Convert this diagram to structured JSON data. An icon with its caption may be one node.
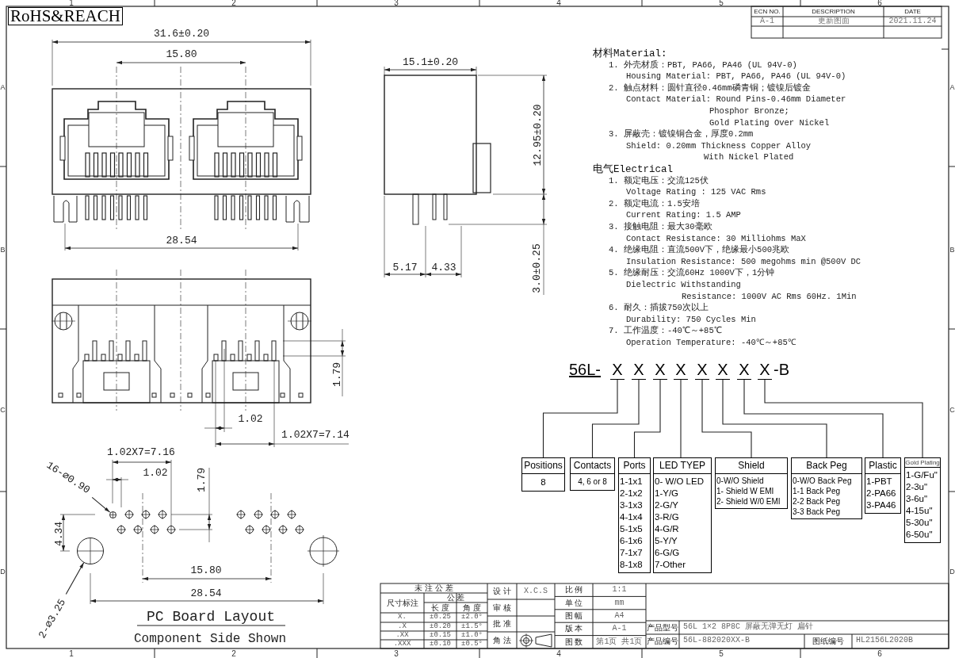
{
  "diagram": {
    "nodes": [
      {
        "text": [
          "X"
        ]
      },
      {
        "text": [
          "X"
        ]
      },
      {
        "text": [
          "X"
        ]
      },
      {
        "text": [
          "X"
        ]
      },
      {
        "text": [
          "X"
        ]
      },
      {
        "text": [
          "X"
        ]
      },
      {
        "text": [
          "X"
        ]
      },
      {
        "text": [
          "X"
        ]
      },
      {
        "text": [
          "Positions",
          "8"
        ]
      },
      {
        "text": [
          "Contacts",
          "4, 6 or 8"
        ]
      },
      {
        "text": [
          "Ports",
          "1-1x1",
          "2-1x2",
          "3-1x3",
          "4-1x4",
          "5-1x5",
          "6-1x6",
          "7-1x7",
          "8-1x8"
        ]
      },
      {
        "text": [
          "LED TYEP",
          "0- W/O LED",
          "1-Y/G",
          "2-G/Y",
          "3-R/G",
          "4-G/R",
          "5-Y/Y",
          "6-G/G",
          "7-Other"
        ]
      },
      {
        "text": [
          "Shield",
          "0-W/O Shield",
          "1- Shield W EMI",
          "2- Shield W/0 EMI"
        ]
      },
      {
        "text": [
          "Back Peg",
          "0-W/O Back Peg",
          "1-1 Back Peg",
          "2-2 Back Peg",
          "3-3 Back Peg"
        ]
      },
      {
        "text": [
          "Plastic",
          "1-PBT",
          "2-PA66",
          "3-PA46"
        ]
      },
      {
        "text": [
          "Gold Plating",
          "1-G/Fu\"",
          "2-3u\"",
          "3-6u\"",
          "4-15u\"",
          "5-30u\"",
          "6-50u\""
        ]
      },
      {
        "text": [
          "16-⌀0.90"
        ]
      },
      {
        "text": [],
        "shape": "circle"
      },
      {
        "text": [
          "2-⌀3.25"
        ]
      },
      {
        "text": [],
        "shape": "circle"
      }
    ],
    "edges": [
      {
        "from": 0,
        "to": 8,
        "arrow": "none"
      },
      {
        "from": 1,
        "to": 9,
        "arrow": "none"
      },
      {
        "from": 2,
        "to": 10,
        "arrow": "none"
      },
      {
        "from": 3,
        "to": 11,
        "arrow": "none"
      },
      {
        "from": 4,
        "to": 12,
        "arrow": "none"
      },
      {
        "from": 5,
        "to": 13,
        "arrow": "none"
      },
      {
        "from": 6,
        "to": 14,
        "arrow": "none"
      },
      {
        "from": 7,
        "to": 15,
        "arrow": "none"
      },
      {
        "from": 16,
        "to": 17,
        "arrow": "to"
      },
      {
        "from": 18,
        "to": 19,
        "arrow": "to"
      }
    ],
    "labels": [
      "1",
      "2",
      "3",
      "4",
      "5",
      "6",
      "ECN NO.",
      "DESCRIPTION",
      "DATE",
      "A-1",
      "更新图面",
      "2021.11.24",
      "RoHS&REACH",
      "31.6±0.20",
      "15.80",
      "28.54",
      "15.1±0.20",
      "12.95±0.20",
      "5.17",
      "4.33",
      "3.0±0.25",
      "材料Material:",
      "1. 外壳材质：PBT, PA66, PA46 (UL 94V-0)",
      "Housing Material: PBT, PA66, PA46 (UL 94V-0)",
      "2. 触点材料：圆针直径0.46mm磷青铜；镀镍后镀金",
      "Contact Material: Round Pins-0.46mm Diameter",
      "Phosphor Bronze;",
      "Gold Plating Over Nickel",
      "3. 屏蔽壳：镀镍铜合金，厚度0.2mm",
      "Shield: 0.20mm Thickness Copper Alloy",
      "With Nickel Plated",
      "电气Electrical",
      "1. 额定电压：交流125伏",
      "Voltage Rating : 125 VAC Rms",
      "2. 额定电流：1.5安培",
      "Current Rating: 1.5 AMP",
      "3. 接触电阻：最大30毫欧",
      "Contact Resistance: 30 Milliohms MaX",
      "4. 绝缘电阻：直流500V下，绝缘最小500兆欧",
      "Insulation Resistance: 500 megohms min @500V DC",
      "5. 绝缘耐压：交流60Hz 1000V下，1分钟",
      "Dielectric Withstanding",
      "Resistance: 1000V AC Rms 60Hz. 1Min",
      "6. 耐久：插拔750次以上",
      "Durability: 750 Cycles Min",
      "7. 工作温度：-40℃～+85℃",
      "Operation Temperature: -40℃～+85℃",
      "1.79",
      "1.02",
      "1.02X7=7.14",
      "1.02X7=7.16",
      "1.02",
      "1.79",
      "4.34",
      "15.80",
      "28.54",
      "PC Board Layout",
      "Component Side Shown",
      "56L-",
      "-B",
      "未 注 公 差",
      "尺寸标注",
      "公 差",
      "长 度",
      "角 度",
      "X.",
      "±0.25",
      "±2.0°",
      ".X",
      "±0.20",
      "±1.5°",
      ".XX",
      "±0.15",
      "±1.0°",
      ".XXX",
      "±0.10",
      "±0.5°",
      "设 计",
      "X.C.S",
      "审 核",
      "批 准",
      "角 法",
      "比 例",
      "1:1",
      "单 位",
      "mm",
      "图 幅",
      "A4",
      "版 本",
      "A-1",
      "图 数",
      "第1页 共1页",
      "产品型号",
      "56L 1×2 8P8C 屏蔽无弹无灯 扁针",
      "产品编号",
      "56L-882020XX-B",
      "图纸编号",
      "HL2156L2020B",
      "1",
      "2",
      "3",
      "4",
      "5",
      "6",
      "A",
      "B",
      "C",
      "D",
      "A",
      "B",
      "C",
      "D"
    ]
  }
}
